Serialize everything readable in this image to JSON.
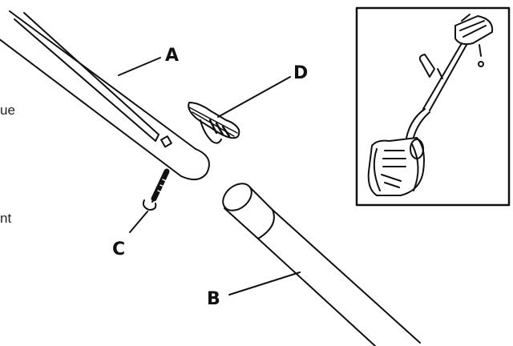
{
  "text_fragments": [
    "ue",
    "nt"
  ],
  "callouts": {
    "a": "A",
    "b": "B",
    "c": "C",
    "d": "D"
  },
  "inset_present": true
}
